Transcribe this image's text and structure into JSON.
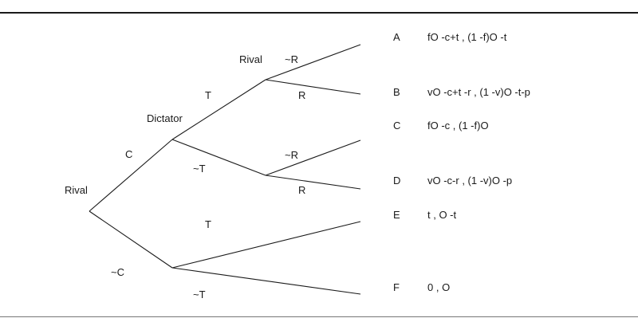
{
  "nodes": {
    "root": "Rival",
    "dictator": "Dictator",
    "rival_after_t": "Rival"
  },
  "actions": {
    "c": "C",
    "not_c": "~C",
    "t_upper": "T",
    "not_t_upper": "~T",
    "not_r_upper": "~R",
    "r_upper": "R",
    "not_r_lower": "~R",
    "r_lower": "R",
    "t_lower": "T",
    "not_t_lower": "~T"
  },
  "outcomes": [
    {
      "letter": "A",
      "payoff": "fO -c+t , (1 -f)O -t"
    },
    {
      "letter": "B",
      "payoff": "vO -c+t -r , (1 -v)O -t-p"
    },
    {
      "letter": "C",
      "payoff": "fO -c , (1 -f)O"
    },
    {
      "letter": "D",
      "payoff": "vO -c-r , (1 -v)O -p"
    },
    {
      "letter": "E",
      "payoff": "t , O -t"
    },
    {
      "letter": "F",
      "payoff": "0 , O"
    }
  ]
}
